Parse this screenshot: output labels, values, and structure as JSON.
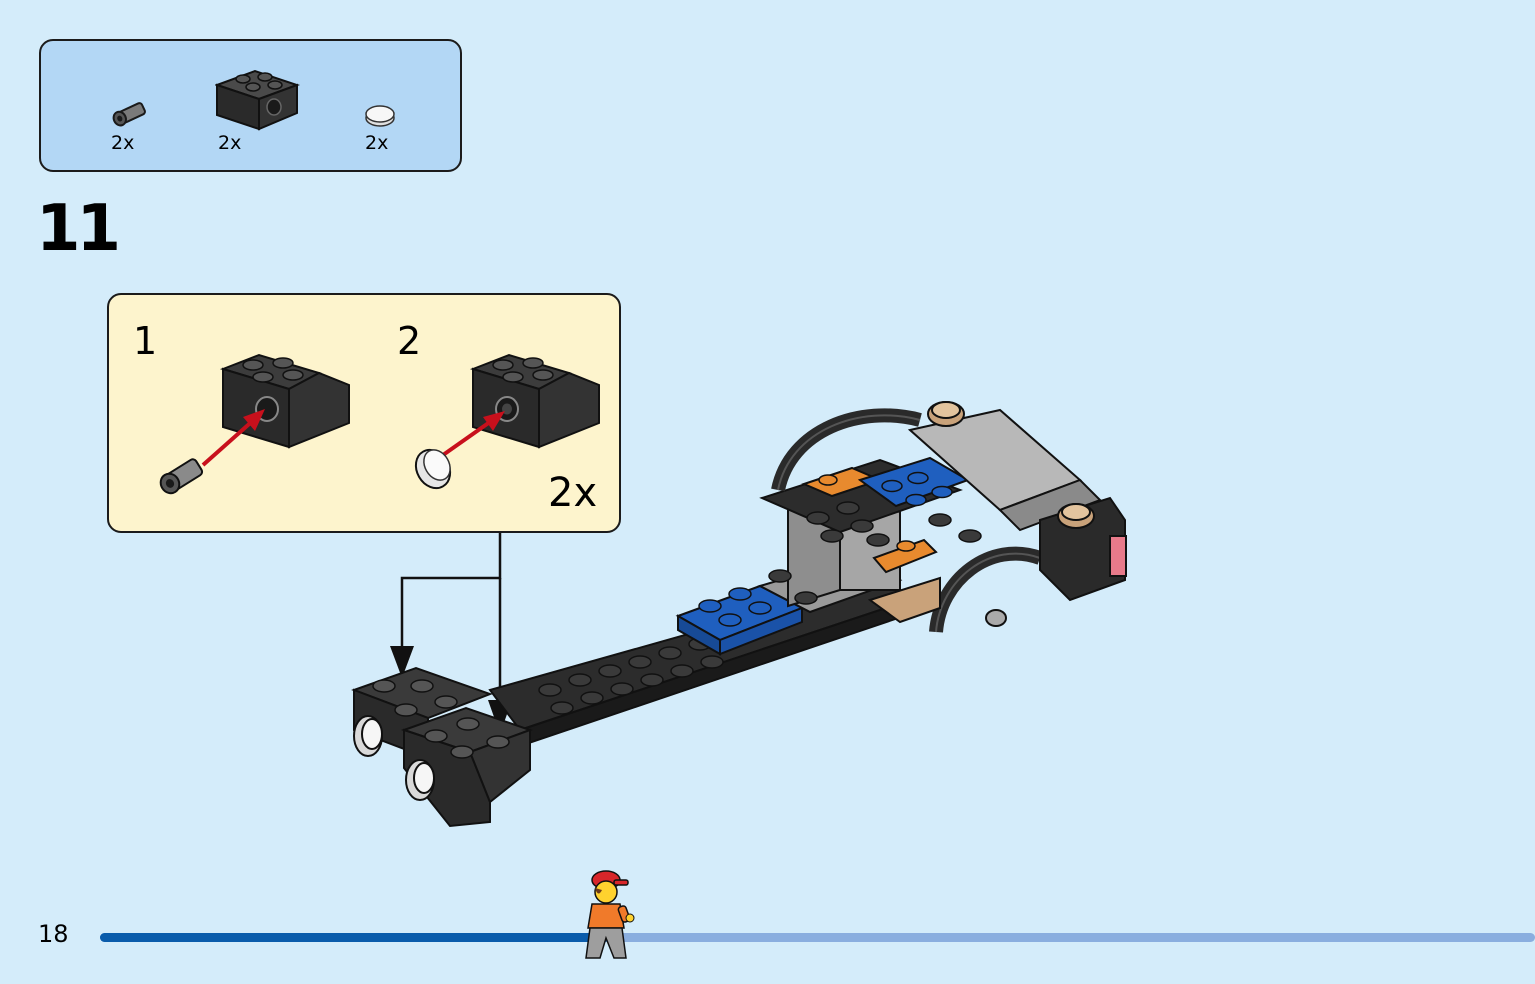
{
  "parts_list": {
    "items": [
      {
        "part": "axle-pin-connector",
        "color": "#6b6b6b",
        "quantity": "2x"
      },
      {
        "part": "technic-brick-with-hole",
        "color": "#2a2a2a",
        "quantity": "2x"
      },
      {
        "part": "round-tile",
        "color": "#f2f2f2",
        "quantity": "2x"
      }
    ]
  },
  "step": {
    "number": "11",
    "callout": {
      "substeps": [
        {
          "number": "1",
          "part_icon": "axle-pin-icon"
        },
        {
          "number": "2",
          "part_icon": "round-tile-icon"
        }
      ],
      "multiplier": "2x"
    }
  },
  "page": {
    "number": "18"
  },
  "progress": {
    "fraction": 0.355
  },
  "colors": {
    "background": "#d4ecfa",
    "parts_box": "#b3d7f5",
    "callout_box": "#fdf4cd",
    "progress_fill": "#0a5cab",
    "progress_track": "#8aaedf",
    "arrow": "#c8101c",
    "brick_blue": "#1f5fbf",
    "brick_orange": "#e88a2e"
  }
}
